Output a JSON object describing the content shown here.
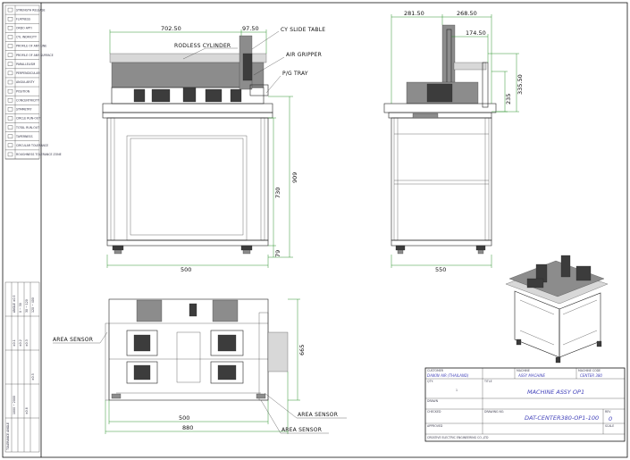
{
  "sheet": {
    "left_legend": [
      "STRENGTH RELEASE",
      "FLATNESS",
      "ORDO APTI",
      "CYL INDRICITY",
      "PROFILE OF ANY LINE",
      "PROFILE OF ANY SURFACE",
      "PARALLELISM",
      "PERPENDICULAR",
      "ANGULARITY",
      "POSITION",
      "CONCENTRICITY",
      "SYMMETRY",
      "CIRCLE RUN-OUT",
      "TOTAL RUN-OUT",
      "TAPERNESS",
      "CIRCULAR TOLERANCE",
      "ROUGHNESS TOLERANCE ZONE"
    ],
    "tolerance_table_title": "TOLERANCE ANGLE"
  },
  "front_view": {
    "dims": {
      "width_top": "702.50",
      "offset_top": "97.50",
      "height_upper": "730",
      "height_total": "909",
      "foot": "79",
      "width_bottom": "500"
    },
    "callouts": {
      "rodless": "RODLESS CYLINDER",
      "slide": "CY SLIDE TABLE",
      "gripper": "AIR GRIPPER",
      "tray": "P/G TRAY"
    }
  },
  "side_view": {
    "dims": {
      "top_left": "281.50",
      "top_right": "268.50",
      "slide": "174.50",
      "v_small": "235",
      "v_large": "335.50",
      "width_bottom": "550"
    }
  },
  "top_view": {
    "dims": {
      "depth": "665",
      "inner_width": "500",
      "outer_width": "880"
    },
    "callouts": {
      "area_left": "AREA SENSOR",
      "area_right_1": "AREA SENSOR",
      "area_right_2": "AREA SENSOR"
    }
  },
  "title_block": {
    "customer": "DAIKIN AIR (THAILAND)",
    "machine": "ASSY MACHINE",
    "machine_code": "CENTER 380",
    "drawing_title": "MACHINE ASSY OP1",
    "drawing_no": "DAT-CENTER380-OP1-100",
    "revision": "0",
    "company": "CREATIVE ELECTRIC ENGINEERING CO.,LTD",
    "qty": "1"
  }
}
